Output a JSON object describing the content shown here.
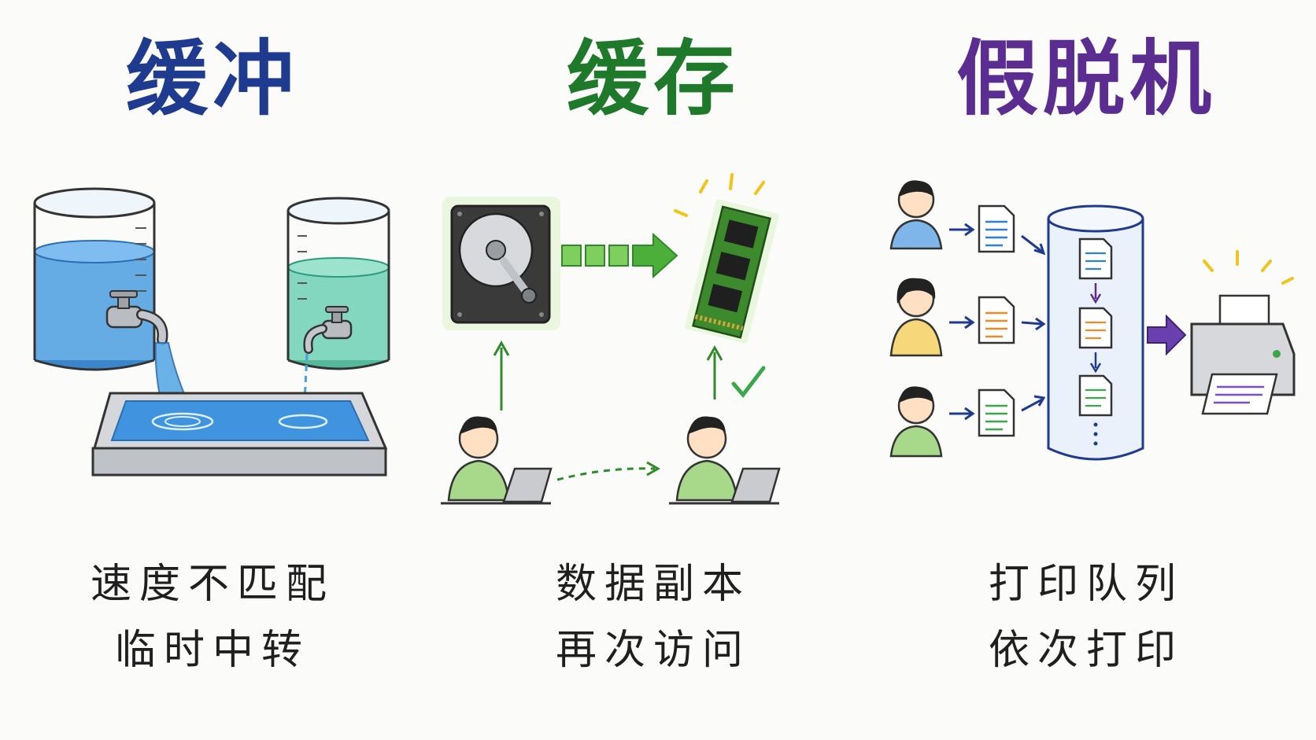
{
  "panels": [
    {
      "title": "缓冲",
      "title_color": "#1f3b8f",
      "captions": [
        "速度不匹配",
        "临时中转"
      ],
      "icons": [
        "water-tank-icon",
        "faucet-icon",
        "water-basin-icon"
      ]
    },
    {
      "title": "缓存",
      "title_color": "#1e7a2a",
      "captions": [
        "数据副本",
        "再次访问"
      ],
      "icons": [
        "hard-disk-icon",
        "memory-module-icon",
        "user-laptop-icon",
        "checkmark-icon"
      ]
    },
    {
      "title": "假脱机",
      "title_color": "#5b2d91",
      "captions": [
        "打印队列",
        "依次打印"
      ],
      "icons": [
        "user-icon",
        "document-icon",
        "spool-queue-icon",
        "printer-icon"
      ]
    }
  ],
  "colors": {
    "buffer_water_left": "#4a9ee0",
    "buffer_water_right": "#6fd0b4",
    "cache_arrow": "#4caf3a",
    "spool_arrow": "#6a3fb0",
    "doc_blue": "#2f7fd6",
    "doc_orange": "#f08a24",
    "doc_green": "#3aa84a"
  }
}
